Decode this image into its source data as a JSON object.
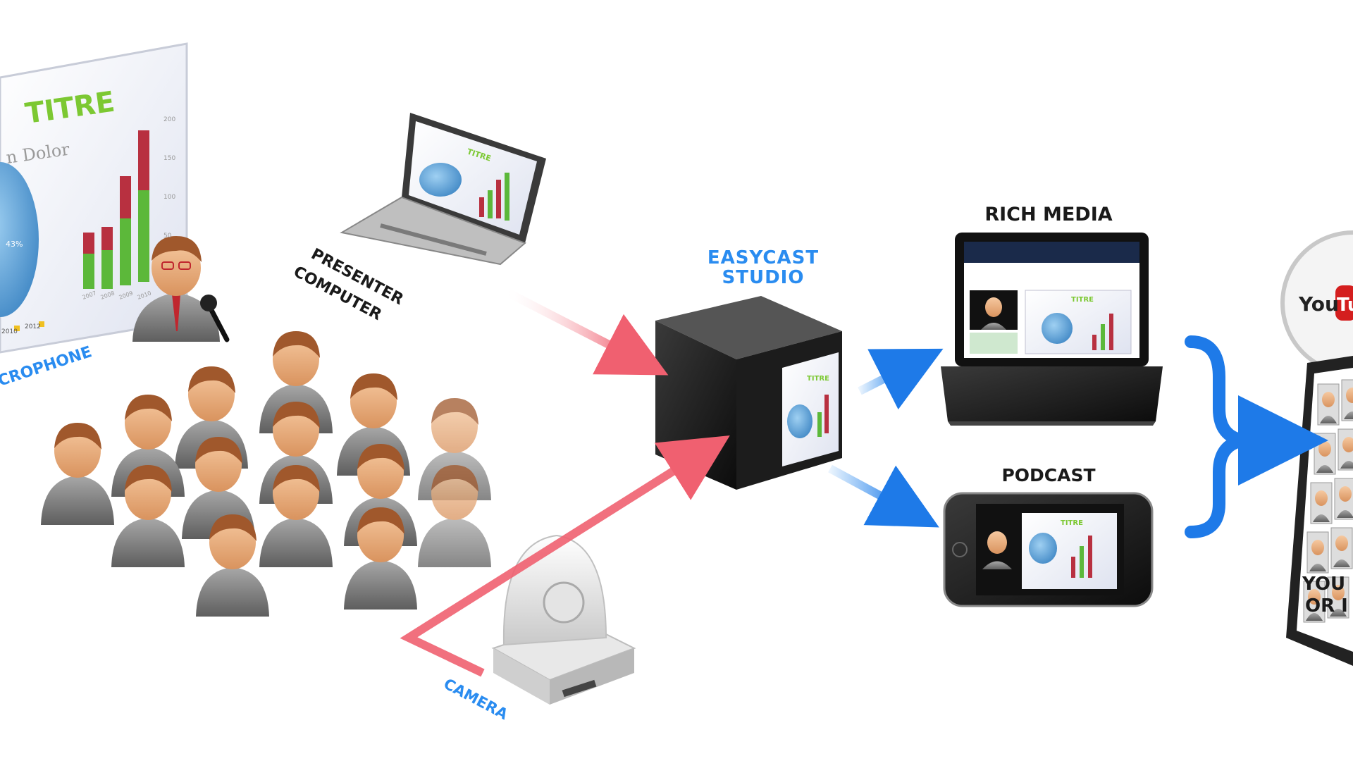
{
  "labels": {
    "screen_title": "TITRE",
    "screen_subtitle": "n Dolor",
    "screen_pie_pct": "43%",
    "screen_legend_1": "2010",
    "screen_legend_2": "2012",
    "screen_axis_ticks": [
      "200",
      "150",
      "100",
      "50"
    ],
    "screen_bar_years": [
      "2007",
      "2008",
      "2009",
      "2010"
    ],
    "microphone": "CROPHONE",
    "presenter_line1": "PRESENTER",
    "presenter_line2": "COMPUTER",
    "laptop_screen_title": "TITRE",
    "easycast_line1": "EASYCAST",
    "easycast_line2": "STUDIO",
    "studio_screen_title": "TITRE",
    "rich_media": "RICH MEDIA",
    "rich_media_screen_title": "TITRE",
    "podcast": "PODCAST",
    "podcast_screen_title": "TITRE",
    "camera": "CAMERA",
    "youtube_1": "You",
    "youtube_2": "Tub",
    "output_line1": "YOU",
    "output_line2": "OR I"
  },
  "colors": {
    "accent_blue": "#2a8cf0",
    "arrow_red": "#f06070",
    "title_green": "#7cc832",
    "bar_red": "#b83040",
    "bar_green": "#5cb83a",
    "pie_blue": "#6aaee0",
    "device_black": "#1c1c1c",
    "person_brown": "#a0582c",
    "person_gray": "#8c8c8c"
  },
  "icons": [
    "presentation-screen-icon",
    "presenter-icon",
    "microphone-icon",
    "audience-icon",
    "laptop-icon",
    "server-icon",
    "camera-icon",
    "phone-icon",
    "youtube-icon",
    "tablet-icon",
    "bracket-icon"
  ]
}
